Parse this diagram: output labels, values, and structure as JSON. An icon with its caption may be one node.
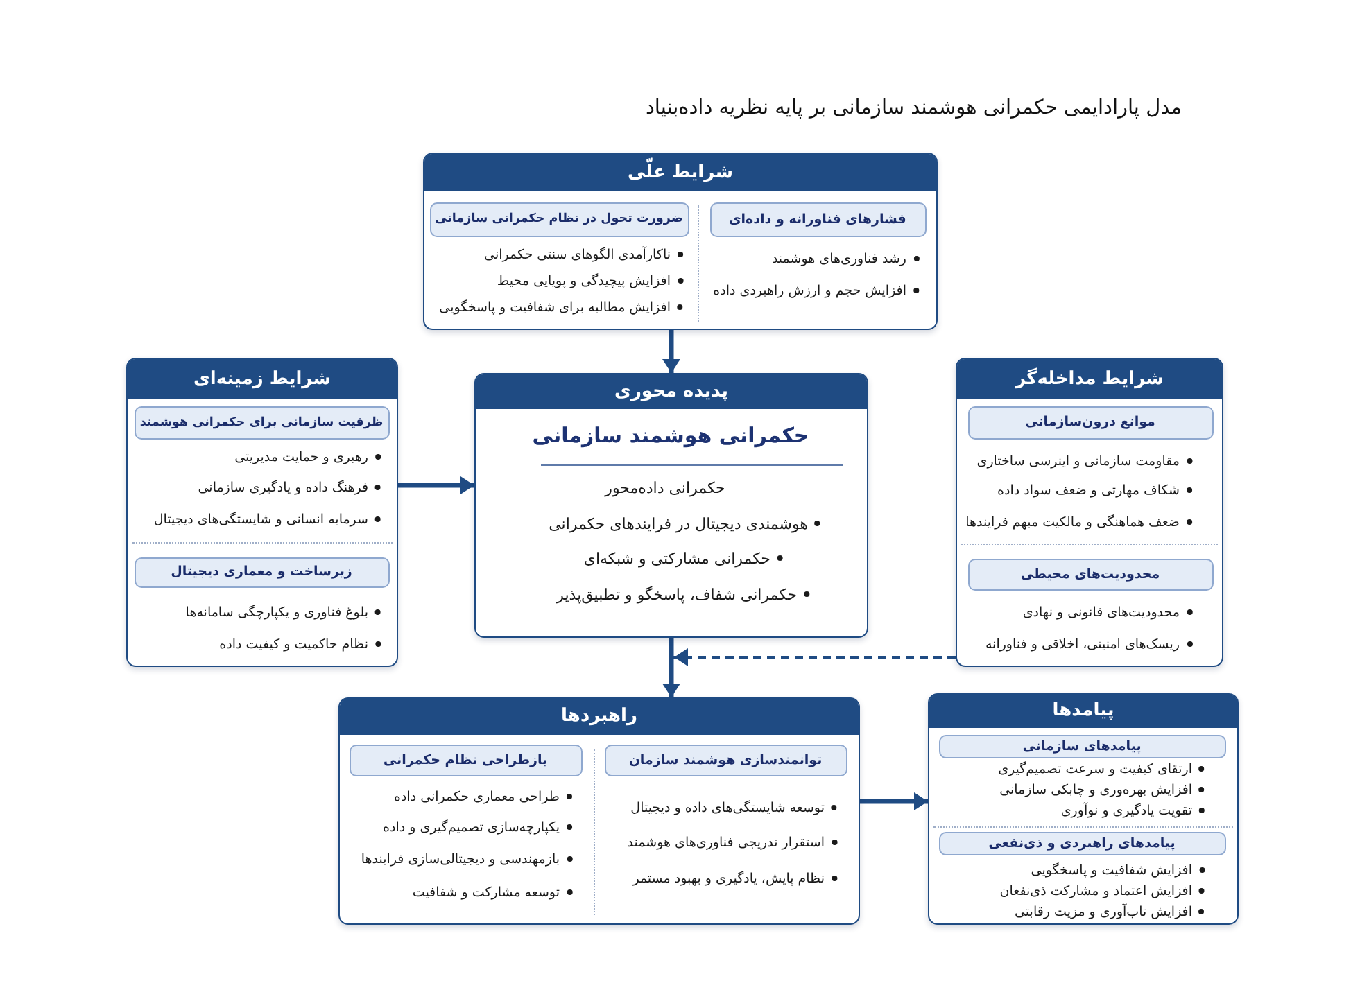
{
  "diagram": {
    "title": "مدل پارادایمی حکمرانی هوشمند سازمانی بر پایه نظریه داده‌بنیاد",
    "nodes": [
      {
        "text": [
          "شرایط علّی"
        ]
      },
      {
        "text": [
          "فشارهای فناورانه و داده‌ای"
        ],
        "in": 0,
        "beside": [
          "رشد فناوری‌های هوشمند",
          "افزایش حجم و ارزش راهبردی داده"
        ]
      },
      {
        "text": [
          "ضرورت تحول در نظام حکمرانی سازمانی"
        ],
        "in": 0,
        "beside": [
          "ناکارآمدی الگوهای سنتی حکمرانی",
          "افزایش پیچیدگی و پویایی محیط",
          "افزایش مطالبه برای شفافیت و پاسخگویی"
        ]
      },
      {
        "text": [
          "شرایط زمینه‌ای"
        ]
      },
      {
        "text": [
          "ظرفیت سازمانی برای حکمرانی هوشمند"
        ],
        "in": 3,
        "beside": [
          "رهبری و حمایت مدیریتی",
          "فرهنگ داده و یادگیری سازمانی",
          "سرمایه انسانی و شایستگی‌های دیجیتال"
        ]
      },
      {
        "text": [
          "زیرساخت و معماری دیجیتال"
        ],
        "in": 3,
        "beside": [
          "بلوغ فناوری و یکپارچگی سامانه‌ها",
          "نظام حاکمیت و کیفیت داده"
        ]
      },
      {
        "text": [
          "پدیده محوری",
          "حکمرانی هوشمند سازمانی",
          "حکمرانی داده‌محور",
          "هوشمندی دیجیتال در فرایندهای حکمرانی",
          "حکمرانی مشارکتی و شبکه‌ای",
          "حکمرانی شفاف، پاسخگو و تطبیق‌پذیر"
        ]
      },
      {
        "text": [
          "شرایط مداخله‌گر"
        ]
      },
      {
        "text": [
          "موانع درون‌سازمانی"
        ],
        "in": 7,
        "beside": [
          "مقاومت سازمانی و اینرسی ساختاری",
          "شکاف مهارتی و ضعف سواد داده",
          "ضعف هماهنگی و مالکیت مبهم فرایندها"
        ]
      },
      {
        "text": [
          "محدودیت‌های محیطی"
        ],
        "in": 7,
        "beside": [
          "محدودیت‌های قانونی و نهادی",
          "ریسک‌های امنیتی، اخلاقی و فناورانه"
        ]
      },
      {
        "text": [
          "راهبردها"
        ]
      },
      {
        "text": [
          "توانمندسازی هوشمند سازمان"
        ],
        "in": 10,
        "beside": [
          "توسعه شایستگی‌های داده و دیجیتال",
          "استقرار تدریجی فناوری‌های هوشمند",
          "نظام پایش، یادگیری و بهبود مستمر"
        ]
      },
      {
        "text": [
          "بازطراحی نظام حکمرانی"
        ],
        "in": 10,
        "beside": [
          "طراحی معماری حکمرانی داده",
          "یکپارچه‌سازی تصمیم‌گیری و داده",
          "بازمهندسی و دیجیتالی‌سازی فرایندها",
          "توسعه مشارکت و شفافیت"
        ]
      },
      {
        "text": [
          "پیامدها"
        ]
      },
      {
        "text": [
          "پیامدهای سازمانی"
        ],
        "in": 13,
        "beside": [
          "ارتقای کیفیت و سرعت تصمیم‌گیری",
          "افزایش بهره‌وری و چابکی سازمانی",
          "تقویت یادگیری و نوآوری"
        ]
      },
      {
        "text": [
          "پیامدهای راهبردی و ذی‌نفعی"
        ],
        "in": 13,
        "beside": [
          "افزایش شفافیت و پاسخگویی",
          "افزایش اعتماد و مشارکت ذی‌نفعان",
          "افزایش تاب‌آوری و مزیت رقابتی"
        ]
      }
    ],
    "edges": [
      {
        "from": 0,
        "to": 6,
        "arrow": "to"
      },
      {
        "from": 3,
        "to": 6,
        "arrow": "to"
      },
      {
        "from": 6,
        "to": 10,
        "arrow": "to"
      },
      {
        "from": 7,
        "to": 10,
        "arrow": "to",
        "style": "dashed"
      },
      {
        "from": 10,
        "to": 13,
        "arrow": "to"
      }
    ]
  }
}
